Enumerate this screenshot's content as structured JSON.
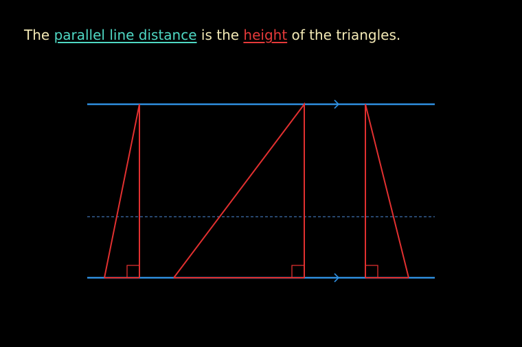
{
  "caption": {
    "part1": "The ",
    "term_distance": "parallel line distance",
    "part2": " is the ",
    "term_height": "height",
    "part3": " of the triangles."
  },
  "colors": {
    "background": "#000000",
    "text": "#f3e9b5",
    "parallel_lines": "#2f8fe0",
    "midline_dashed": "#3f6fb0",
    "triangles": "#e23030",
    "term_distance": "#4fd8c4",
    "term_height": "#e63a3a"
  },
  "diagram": {
    "parallel_lines": 2,
    "parallel_markers": "arrow-chevrons",
    "triangles": [
      {
        "name": "left",
        "right_angle_marker": true
      },
      {
        "name": "middle",
        "right_angle_marker": true
      },
      {
        "name": "right",
        "right_angle_marker": true
      }
    ]
  }
}
